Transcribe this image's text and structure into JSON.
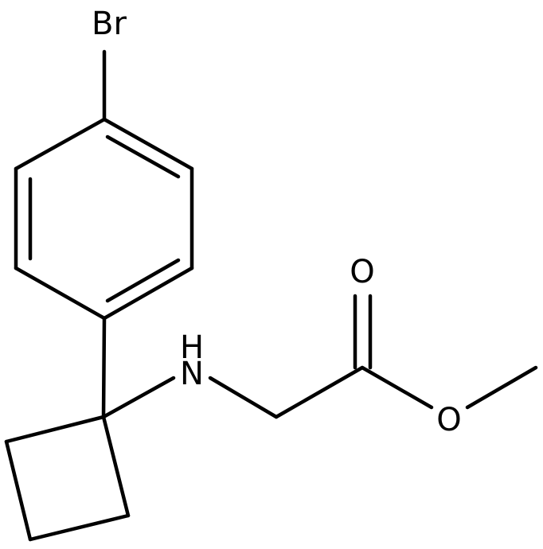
{
  "molecule": {
    "atoms": {
      "bromine": "Br",
      "amine": "H\nN",
      "amine_h": "H",
      "amine_n": "N",
      "carbonyl_oxygen": "O",
      "ester_oxygen": "O"
    }
  },
  "colors": {
    "bond": "#000000",
    "label": "#000000",
    "background": "#ffffff"
  }
}
